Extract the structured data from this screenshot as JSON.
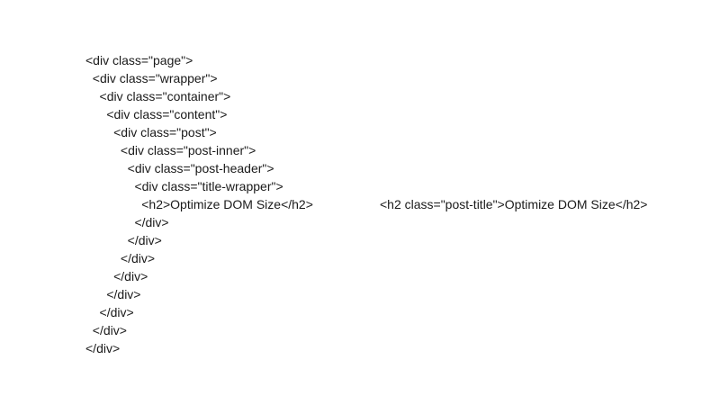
{
  "page": {
    "background_color": "#ffffff",
    "text_color": "#1a1a1a"
  },
  "nested_dom_snippet": {
    "lines": [
      "<div class=\"page\">",
      "  <div class=\"wrapper\">",
      "    <div class=\"container\">",
      "      <div class=\"content\">",
      "        <div class=\"post\">",
      "          <div class=\"post-inner\">",
      "            <div class=\"post-header\">",
      "              <div class=\"title-wrapper\">",
      "                <h2>Optimize DOM Size</h2>",
      "              </div>",
      "            </div>",
      "          </div>",
      "        </div>",
      "      </div>",
      "    </div>",
      "  </div>",
      "</div>"
    ]
  },
  "flattened_dom_snippet": {
    "lines": [
      "<h2 class=\"post-title\">Optimize DOM Size</h2>"
    ]
  }
}
